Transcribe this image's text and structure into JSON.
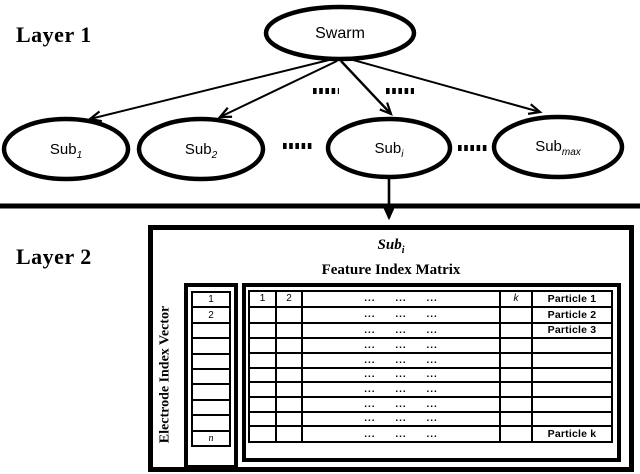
{
  "layer1": {
    "label": "Layer 1",
    "swarm_label": "Swarm",
    "subs": [
      {
        "base": "Sub",
        "sub": "1"
      },
      {
        "base": "Sub",
        "sub": "2"
      },
      {
        "base": "Sub",
        "sub": "i"
      },
      {
        "base": "Sub",
        "sub": "max"
      }
    ]
  },
  "layer2": {
    "label": "Layer 2",
    "box_title": {
      "base": "Sub",
      "sub": "i"
    },
    "matrix_title": "Feature Index Matrix",
    "vector_title": "Electrode Index Vector",
    "vector_cells": [
      "1",
      "2",
      "",
      "",
      "",
      "",
      "",
      "",
      "",
      "n"
    ],
    "matrix_rows": [
      {
        "c1": "1",
        "c2": "2",
        "dots": "... ... ...",
        "k": "k",
        "label": "Particle 1"
      },
      {
        "c1": "",
        "c2": "",
        "dots": "... ... ...",
        "k": "",
        "label": "Particle 2"
      },
      {
        "c1": "",
        "c2": "",
        "dots": "... ... ...",
        "k": "",
        "label": "Particle 3"
      },
      {
        "c1": "",
        "c2": "",
        "dots": "... ... ...",
        "k": "",
        "label": ""
      },
      {
        "c1": "",
        "c2": "",
        "dots": "... ... ...",
        "k": "",
        "label": ""
      },
      {
        "c1": "",
        "c2": "",
        "dots": "... ... ...",
        "k": "",
        "label": ""
      },
      {
        "c1": "",
        "c2": "",
        "dots": "... ... ...",
        "k": "",
        "label": ""
      },
      {
        "c1": "",
        "c2": "",
        "dots": "... ... ...",
        "k": "",
        "label": ""
      },
      {
        "c1": "",
        "c2": "",
        "dots": "... ... ...",
        "k": "",
        "label": ""
      },
      {
        "c1": "",
        "c2": "",
        "dots": "... ... ...",
        "k": "",
        "label": "Particle k"
      }
    ]
  }
}
